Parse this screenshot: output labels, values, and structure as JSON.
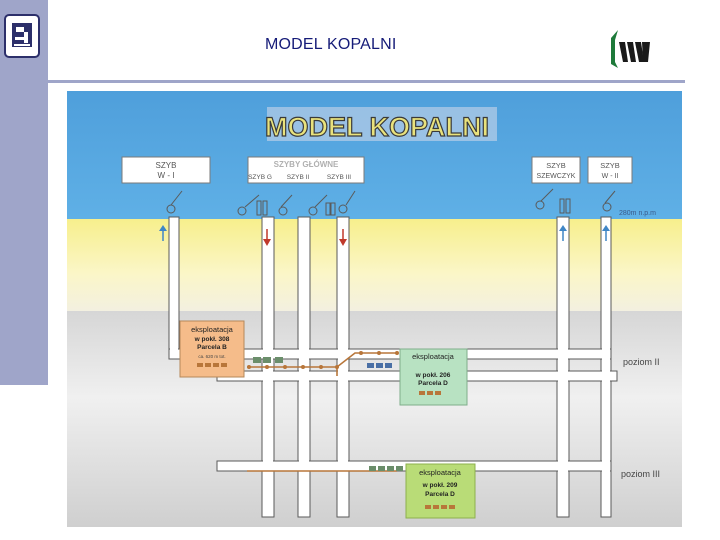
{
  "slide": {
    "title": "MODEL KOPALNI",
    "accent_color": "#9fa5c9",
    "title_color": "#151b78",
    "left_logo_icon": "miner-icon",
    "right_logo_icon": "kw-brand-icon"
  },
  "diagram": {
    "heading": "MODEL KOPALNI",
    "colors": {
      "sky": "#56a4de",
      "surface": "#f6ee9c",
      "ground": "#d9d9d9",
      "shaft": "#ffffff",
      "orange_box": "#f5bc8a",
      "green_box": "#b8e2c2",
      "lime_box": "#b9dc77",
      "track": "#b8763a"
    },
    "labels": {
      "shaft_v1_top": "SZYB",
      "shaft_v1_bottom": "W - I",
      "main_shafts_title": "SZYBY GŁÓWNE",
      "shaft_g": "SZYB G",
      "shaft_2": "SZYB II",
      "shaft_3": "SZYB III",
      "shaft_sz_top": "SZYB",
      "shaft_sz_bottom": "SZEWCZYK",
      "shaft_v2_top": "SZYB",
      "shaft_v2_bottom": "W - II",
      "elevation": "280m n.p.m",
      "level_2": "poziom II",
      "level_3": "poziom III"
    },
    "boxes": {
      "orange": {
        "line1": "eksploatacja",
        "line2": "w pokł. 308",
        "line3": "Parcela B",
        "line4": "ca. 620 m tot."
      },
      "green": {
        "line1": "eksploatacja",
        "line2": "w pokł. 206",
        "line3": "Parcela D"
      },
      "lime": {
        "line1": "eksploatacja",
        "line2": "w pokł. 209",
        "line3": "Parcela D"
      }
    }
  }
}
